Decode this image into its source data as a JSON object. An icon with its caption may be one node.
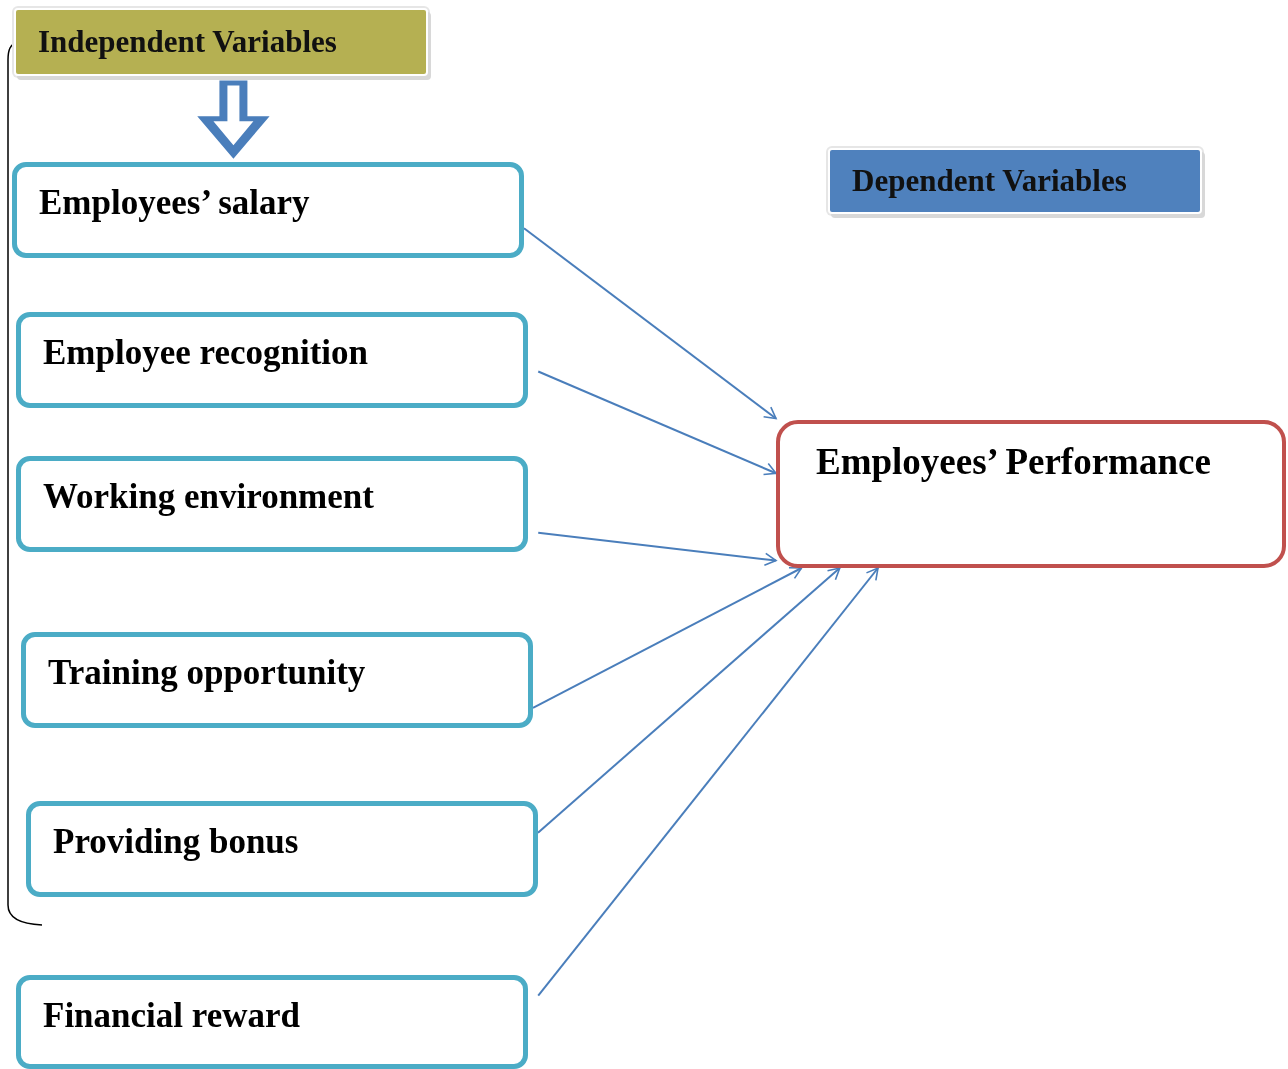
{
  "diagram": {
    "nodes": [
      {
        "text": [
          "Independent Variables"
        ]
      },
      {
        "text": [
          "Employees’ salary"
        ]
      },
      {
        "text": [
          "Employee recognition"
        ]
      },
      {
        "text": [
          "Working environment"
        ]
      },
      {
        "text": [
          "Training opportunity"
        ]
      },
      {
        "text": [
          "Providing bonus"
        ]
      },
      {
        "text": [
          "Financial reward"
        ]
      },
      {
        "text": [
          "Dependent Variables"
        ]
      },
      {
        "text": [
          "Employees’ Performance"
        ]
      }
    ],
    "edges": [
      {
        "from": 0,
        "to": 1,
        "arrow": "to",
        "style": "thick"
      },
      {
        "from": 1,
        "to": 8,
        "arrow": "to"
      },
      {
        "from": 2,
        "to": 8,
        "arrow": "to"
      },
      {
        "from": 3,
        "to": 8,
        "arrow": "to"
      },
      {
        "from": 4,
        "to": 8,
        "arrow": "to"
      },
      {
        "from": 5,
        "to": 8,
        "arrow": "to"
      },
      {
        "from": 6,
        "to": 8,
        "arrow": "to"
      }
    ]
  }
}
